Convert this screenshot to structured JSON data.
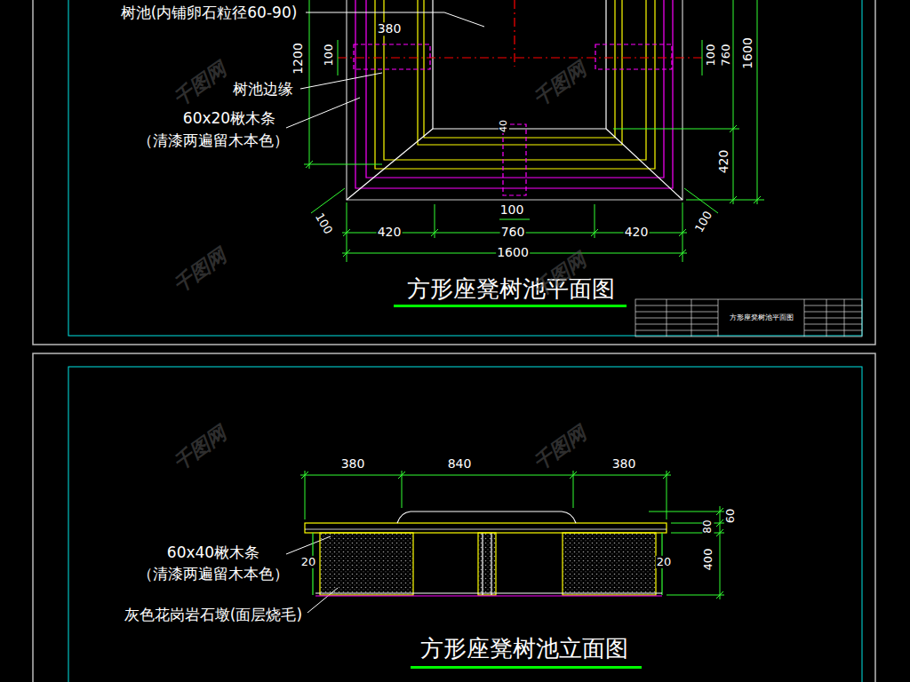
{
  "diagram": {
    "labels": [
      "树池(内铺卵石粒径60-90)",
      "380",
      "1200",
      "100",
      "100",
      "760",
      "1600",
      "树池边缘",
      "60x20楸木条",
      "（清漆两遍留木本色）",
      "40",
      "420",
      "100",
      "100",
      "100",
      "420",
      "760",
      "420",
      "1600",
      "方形座凳树池平面图",
      "方形座凳树池平面图",
      "380",
      "840",
      "380",
      "60",
      "80",
      "400",
      "20",
      "20",
      "60x40楸木条",
      "（清漆两遍留木本色）",
      "灰色花岗岩石墩(面层烧毛)",
      "方形座凳树池立面图",
      "千图网",
      "千图网",
      "千图网",
      "千图网",
      "千图网",
      "千图网"
    ]
  }
}
